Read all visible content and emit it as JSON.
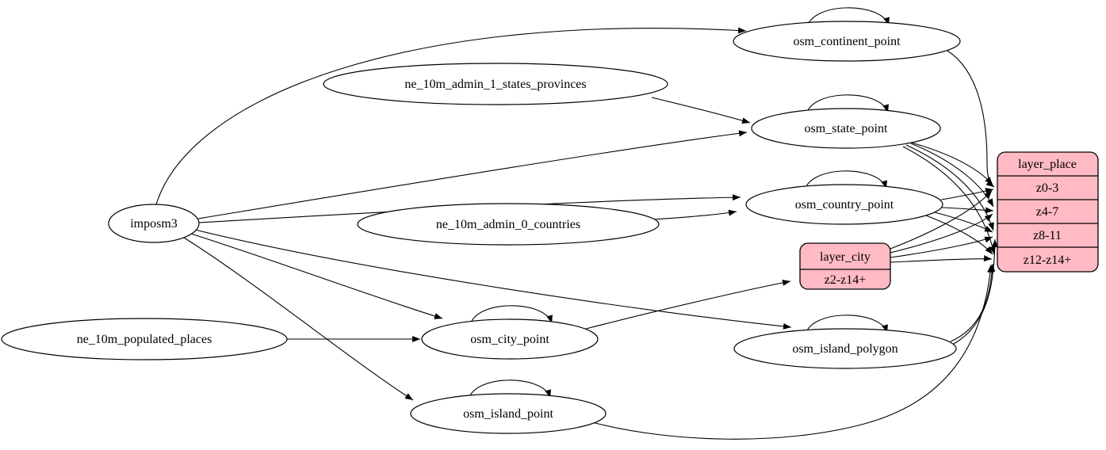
{
  "diagram": {
    "type": "etl-dependency-graph",
    "colors": {
      "record_fill": "#ffbac4",
      "node_fill": "#ffffff",
      "edge_stroke": "#000000"
    },
    "nodes": {
      "imposm3": {
        "label": "imposm3",
        "shape": "ellipse"
      },
      "ne_10m_admin_1_states_provinces": {
        "label": "ne_10m_admin_1_states_provinces",
        "shape": "ellipse"
      },
      "ne_10m_admin_0_countries": {
        "label": "ne_10m_admin_0_countries",
        "shape": "ellipse"
      },
      "ne_10m_populated_places": {
        "label": "ne_10m_populated_places",
        "shape": "ellipse"
      },
      "osm_continent_point": {
        "label": "osm_continent_point",
        "shape": "ellipse"
      },
      "osm_state_point": {
        "label": "osm_state_point",
        "shape": "ellipse"
      },
      "osm_country_point": {
        "label": "osm_country_point",
        "shape": "ellipse"
      },
      "osm_city_point": {
        "label": "osm_city_point",
        "shape": "ellipse"
      },
      "osm_island_polygon": {
        "label": "osm_island_polygon",
        "shape": "ellipse"
      },
      "osm_island_point": {
        "label": "osm_island_point",
        "shape": "ellipse"
      },
      "layer_city": {
        "title": "layer_city",
        "rows": [
          "z2-z14+"
        ]
      },
      "layer_place": {
        "title": "layer_place",
        "rows": [
          "z0-3",
          "z4-7",
          "z8-11",
          "z12-z14+"
        ]
      }
    },
    "edges": [
      {
        "from": "imposm3",
        "to": "osm_continent_point"
      },
      {
        "from": "imposm3",
        "to": "osm_state_point"
      },
      {
        "from": "imposm3",
        "to": "osm_country_point"
      },
      {
        "from": "imposm3",
        "to": "osm_city_point"
      },
      {
        "from": "imposm3",
        "to": "osm_island_polygon"
      },
      {
        "from": "imposm3",
        "to": "osm_island_point"
      },
      {
        "from": "ne_10m_admin_1_states_provinces",
        "to": "osm_state_point"
      },
      {
        "from": "ne_10m_admin_0_countries",
        "to": "osm_country_point"
      },
      {
        "from": "ne_10m_populated_places",
        "to": "osm_city_point"
      },
      {
        "from": "osm_continent_point",
        "to": "osm_continent_point"
      },
      {
        "from": "osm_state_point",
        "to": "osm_state_point"
      },
      {
        "from": "osm_country_point",
        "to": "osm_country_point"
      },
      {
        "from": "osm_city_point",
        "to": "osm_city_point"
      },
      {
        "from": "osm_island_polygon",
        "to": "osm_island_polygon"
      },
      {
        "from": "osm_island_point",
        "to": "osm_island_point"
      },
      {
        "from": "osm_city_point",
        "to": "layer_city",
        "port": "z2-z14+"
      },
      {
        "from": "osm_continent_point",
        "to": "layer_place",
        "port": "z0-3"
      },
      {
        "from": "osm_state_point",
        "to": "layer_place",
        "port": "z0-3"
      },
      {
        "from": "osm_state_point",
        "to": "layer_place",
        "port": "z4-7"
      },
      {
        "from": "osm_state_point",
        "to": "layer_place",
        "port": "z8-11"
      },
      {
        "from": "osm_state_point",
        "to": "layer_place",
        "port": "z12-z14+"
      },
      {
        "from": "osm_country_point",
        "to": "layer_place",
        "port": "z0-3"
      },
      {
        "from": "osm_country_point",
        "to": "layer_place",
        "port": "z4-7"
      },
      {
        "from": "osm_country_point",
        "to": "layer_place",
        "port": "z8-11"
      },
      {
        "from": "osm_country_point",
        "to": "layer_place",
        "port": "z12-z14+"
      },
      {
        "from": "layer_city",
        "to": "layer_place",
        "port": "z0-3"
      },
      {
        "from": "layer_city",
        "to": "layer_place",
        "port": "z4-7"
      },
      {
        "from": "layer_city",
        "to": "layer_place",
        "port": "z8-11"
      },
      {
        "from": "layer_city",
        "to": "layer_place",
        "port": "z12-z14+"
      },
      {
        "from": "osm_island_polygon",
        "to": "layer_place",
        "port": "z8-11"
      },
      {
        "from": "osm_island_polygon",
        "to": "layer_place",
        "port": "z12-z14+"
      },
      {
        "from": "osm_island_point",
        "to": "layer_place",
        "port": "z12-z14+"
      }
    ]
  }
}
